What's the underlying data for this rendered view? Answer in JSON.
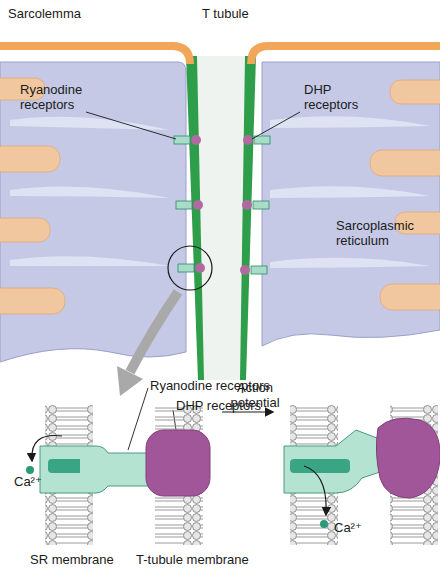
{
  "diagram": {
    "labels": [
      "Sarcolemma",
      "T tubule",
      "Ryanodine receptors",
      "DHP receptors",
      "Sarcoplasmic reticulum",
      "Ryanodine receptors",
      "DHP receptors",
      "Ca²⁺",
      "Action potential",
      "Ca²⁺",
      "SR membrane",
      "T-tubule membrane"
    ]
  }
}
